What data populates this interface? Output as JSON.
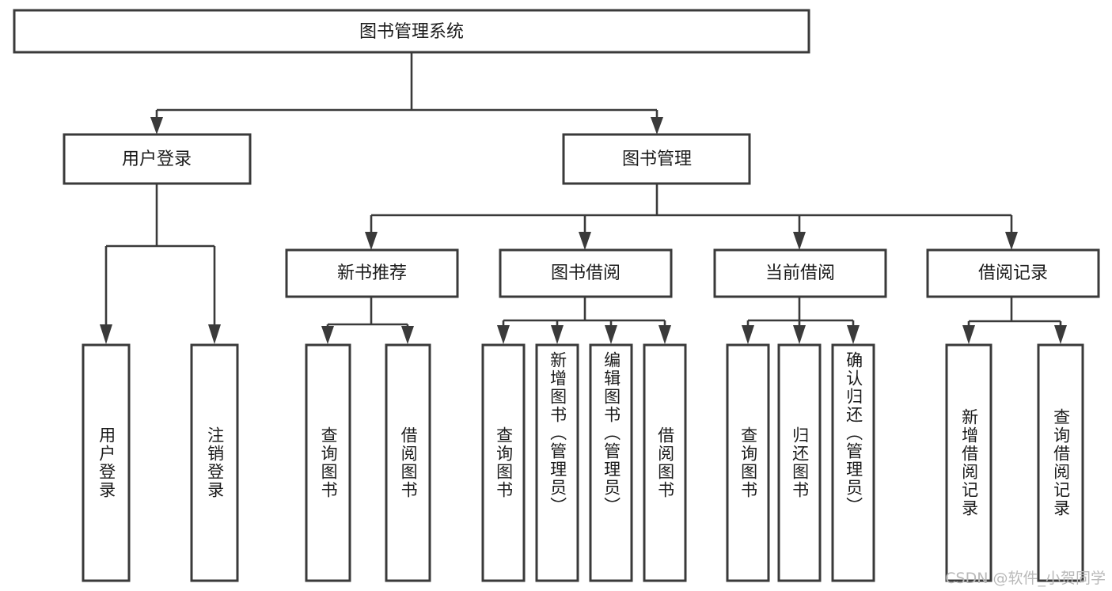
{
  "diagram": {
    "type": "tree",
    "title": "图书管理系统",
    "orientation": "top-down",
    "colors": {
      "box_stroke": "#3a3a3a",
      "box_fill": "#ffffff",
      "edge": "#3a3a3a",
      "text": "#1b1b1b",
      "watermark": "#b9b9b9",
      "background": "#ffffff"
    },
    "root": {
      "label": "图书管理系统"
    },
    "level2": [
      {
        "label": "用户登录"
      },
      {
        "label": "图书管理"
      }
    ],
    "level3": [
      {
        "label": "新书推荐"
      },
      {
        "label": "图书借阅"
      },
      {
        "label": "当前借阅"
      },
      {
        "label": "借阅记录"
      }
    ],
    "leaves": [
      {
        "label": "用户登录",
        "parent": "用户登录",
        "align": "center"
      },
      {
        "label": "注销登录",
        "parent": "用户登录",
        "align": "center"
      },
      {
        "label": "查询图书",
        "parent": "新书推荐",
        "align": "center"
      },
      {
        "label": "借阅图书",
        "parent": "新书推荐",
        "align": "center"
      },
      {
        "label": "查询图书",
        "parent": "图书借阅",
        "align": "center"
      },
      {
        "label": "新增图书（管理员）",
        "parent": "图书借阅",
        "align": "top"
      },
      {
        "label": "编辑图书（管理员）",
        "parent": "图书借阅",
        "align": "top"
      },
      {
        "label": "借阅图书",
        "parent": "图书借阅",
        "align": "center"
      },
      {
        "label": "查询图书",
        "parent": "当前借阅",
        "align": "center"
      },
      {
        "label": "归还图书",
        "parent": "当前借阅",
        "align": "center"
      },
      {
        "label": "确认归还（管理员）",
        "parent": "当前借阅",
        "align": "top"
      },
      {
        "label": "新增借阅记录",
        "parent": "借阅记录",
        "align": "center"
      },
      {
        "label": "查询借阅记录",
        "parent": "借阅记录",
        "align": "center"
      }
    ]
  },
  "watermark": {
    "text": "CSDN @软件_小贺同学"
  }
}
